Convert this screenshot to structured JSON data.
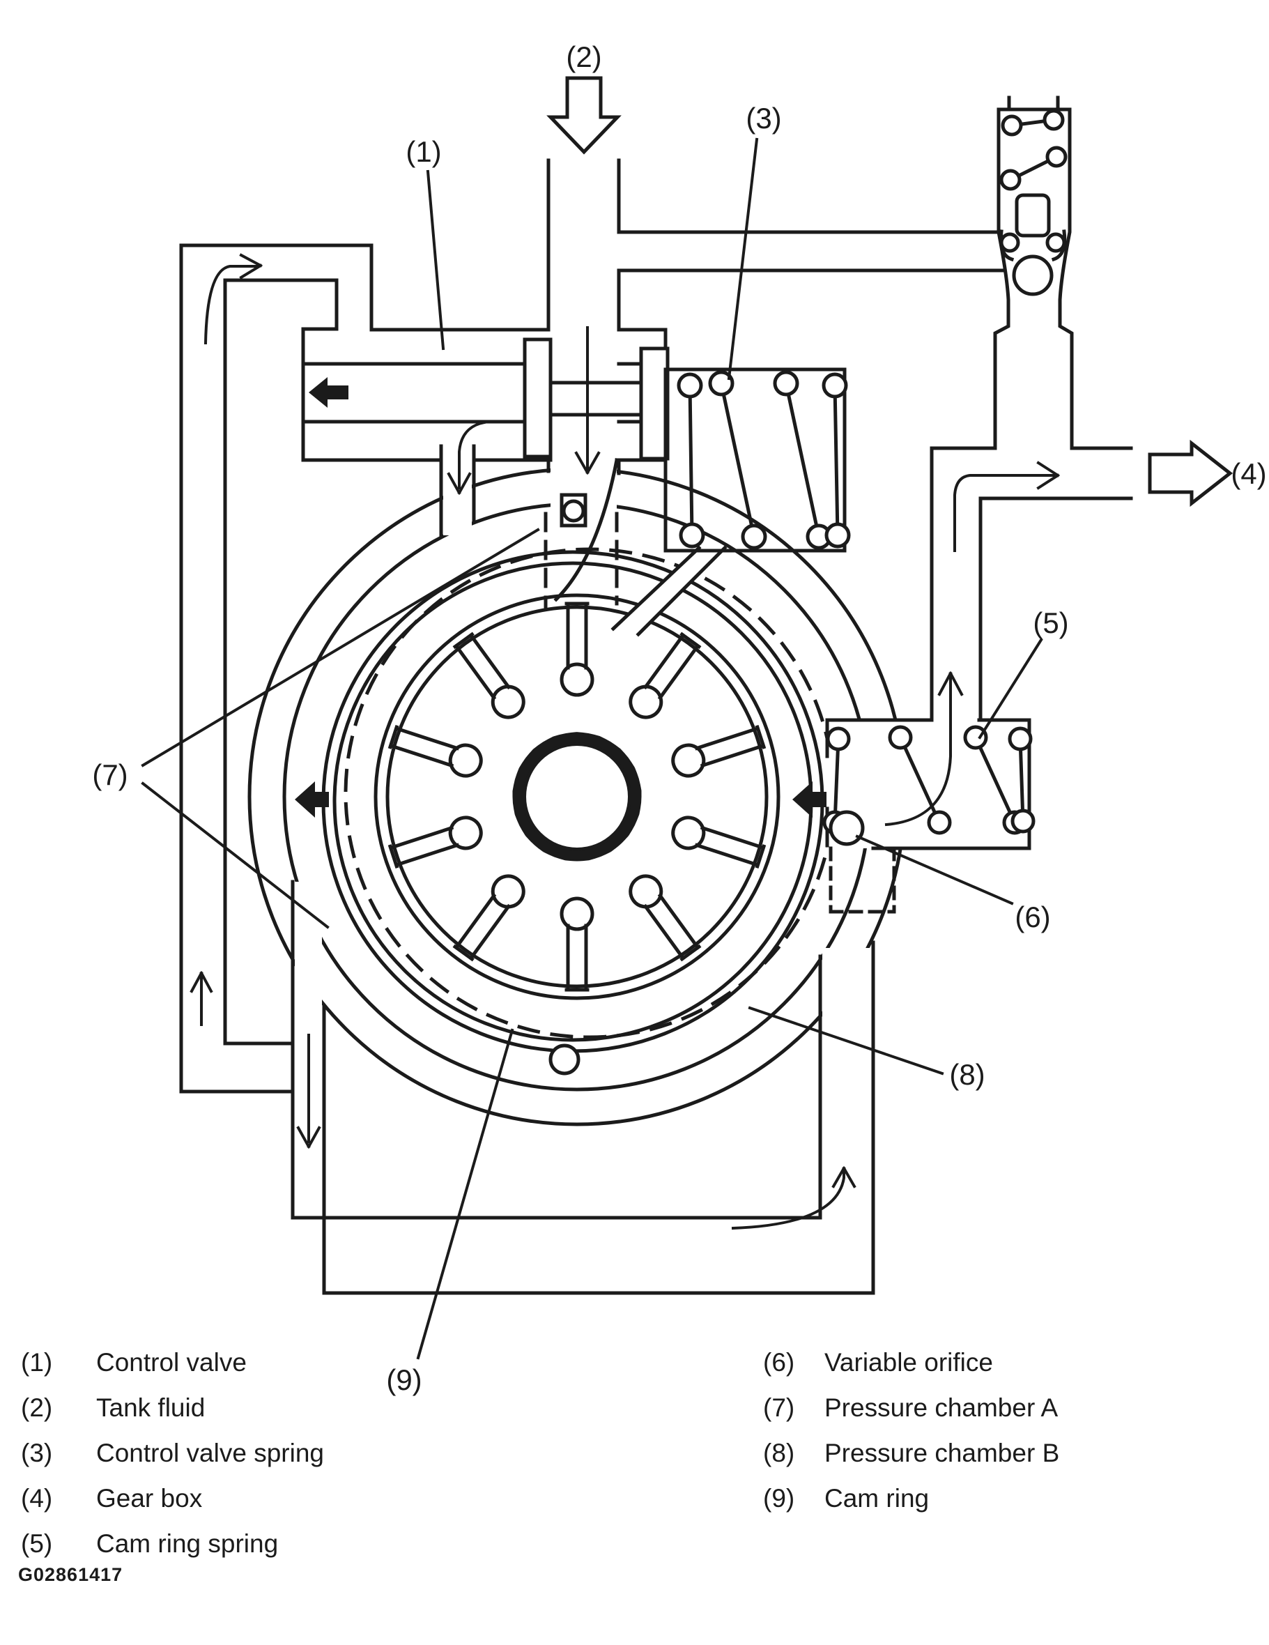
{
  "figure": {
    "code": "G02861417",
    "type": "hydraulic pump schematic"
  },
  "colors": {
    "ink": "#1b1b1b",
    "paper": "#ffffff"
  },
  "diagram_labels": {
    "l1": "(1)",
    "l2": "(2)",
    "l3": "(3)",
    "l4": "(4)",
    "l5": "(5)",
    "l6": "(6)",
    "l7": "(7)",
    "l8": "(8)",
    "l9": "(9)"
  },
  "legend": {
    "left": [
      {
        "num": "(1)",
        "label": "Control valve"
      },
      {
        "num": "(2)",
        "label": "Tank fluid"
      },
      {
        "num": "(3)",
        "label": "Control valve spring"
      },
      {
        "num": "(4)",
        "label": "Gear box"
      },
      {
        "num": "(5)",
        "label": "Cam ring spring"
      }
    ],
    "right": [
      {
        "num": "(6)",
        "label": "Variable orifice"
      },
      {
        "num": "(7)",
        "label": "Pressure chamber A"
      },
      {
        "num": "(8)",
        "label": "Pressure chamber B"
      },
      {
        "num": "(9)",
        "label": "Cam ring"
      }
    ]
  }
}
